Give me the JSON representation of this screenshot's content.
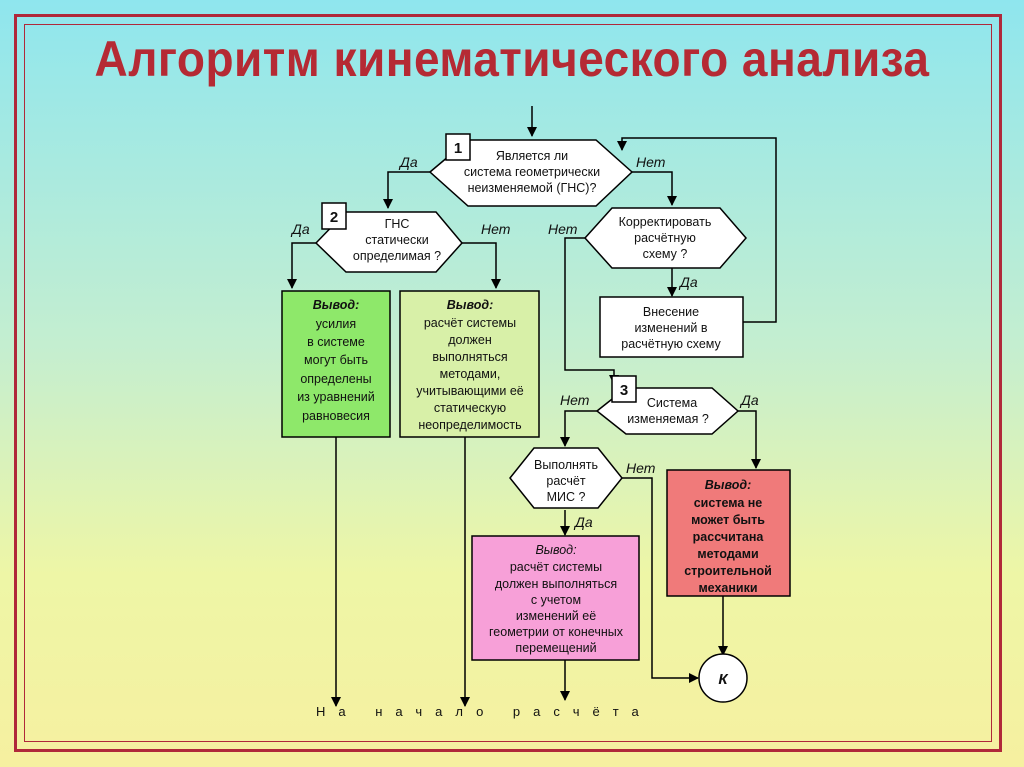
{
  "title": "Алгоритм кинематического анализа",
  "colors": {
    "frame": "#b0283a",
    "title": "#b52a34",
    "green_box": "#8ee86a",
    "yellow_green_box": "#d8f0a8",
    "pink_box": "#f7a0d8",
    "red_box": "#f07a7a",
    "white_box": "#ffffff"
  },
  "decisions": {
    "d1": {
      "num": "1",
      "lines": [
        "Является ли",
        "система геометрически",
        "неизменяемой (ГНС)?"
      ]
    },
    "d2": {
      "num": "2",
      "lines": [
        "ГНС",
        "статически",
        "определимая ?"
      ]
    },
    "d3": {
      "num": "3",
      "lines": [
        "Система",
        "изменяемая ?"
      ]
    },
    "correct": {
      "lines": [
        "Корректировать",
        "расчётную",
        "схему ?"
      ]
    },
    "mis": {
      "lines": [
        "Выполнять",
        "расчёт",
        "МИС ?"
      ]
    }
  },
  "boxes": {
    "changes": {
      "lines": [
        "Внесение",
        "изменений  в",
        "расчётную схему"
      ]
    },
    "green": {
      "heading": "Вывод:",
      "lines": [
        "усилия",
        "в системе",
        "могут быть",
        "определены",
        "из уравнений",
        "равновесия"
      ]
    },
    "yellow": {
      "heading": "Вывод:",
      "lines": [
        "расчёт системы",
        "должен",
        "выполняться",
        "методами,",
        "учитывающими её",
        "статическую",
        "неопределимость"
      ]
    },
    "pink": {
      "heading": "Вывод:",
      "lines": [
        "расчёт системы",
        "должен выполняться",
        "с учетом",
        "изменений её",
        "геометрии от конечных",
        "перемещений"
      ]
    },
    "red": {
      "heading": "Вывод:",
      "lines": [
        "система не",
        "может быть",
        "рассчитана",
        "методами",
        "строительной",
        "механики"
      ]
    }
  },
  "labels": {
    "yes": "Да",
    "no": "Нет"
  },
  "end_node": "К",
  "footer": "На начало расчёта"
}
